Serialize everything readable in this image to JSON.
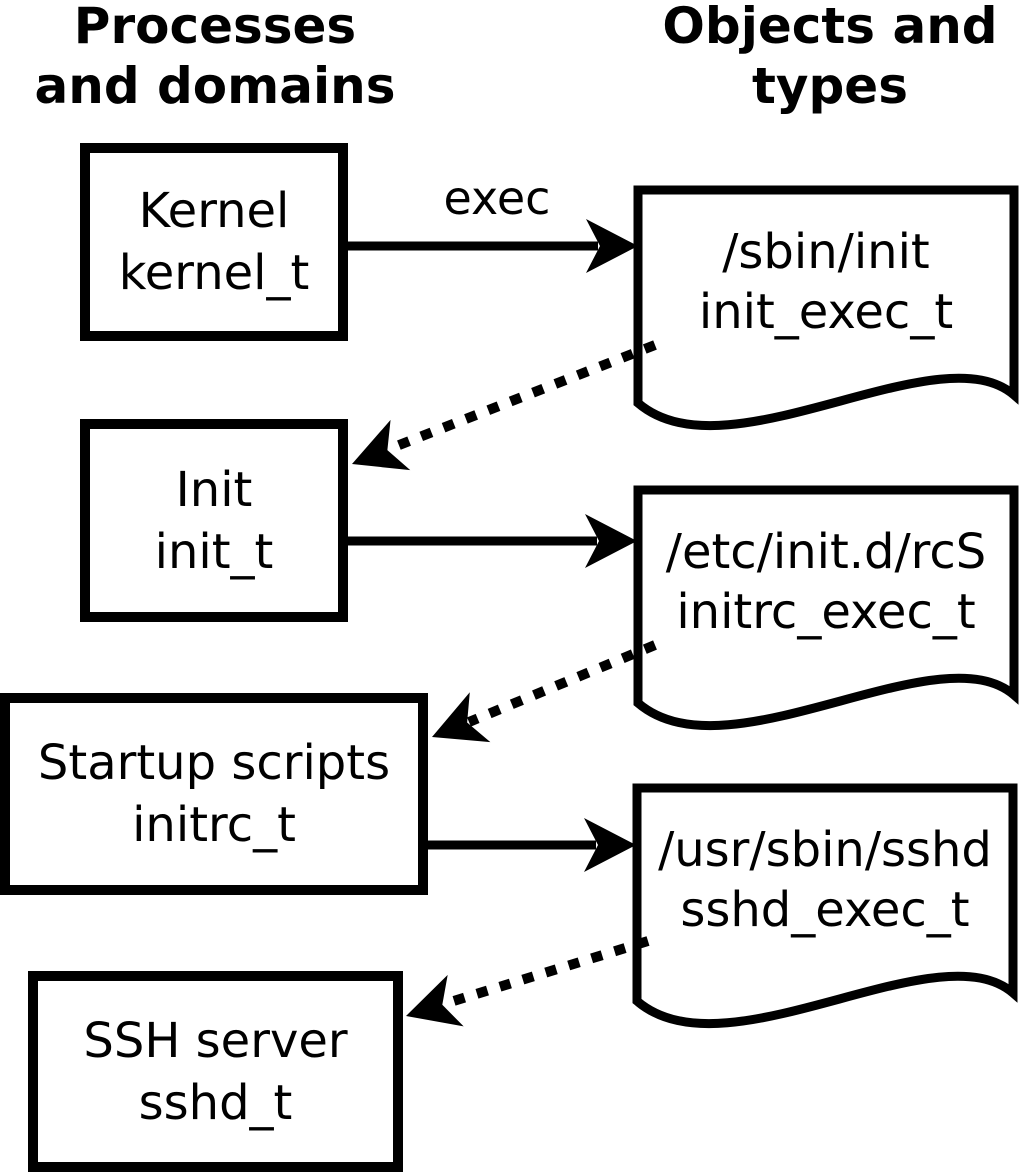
{
  "diagram": {
    "column_titles": {
      "left": {
        "line1": "Processes",
        "line2": "and domains"
      },
      "right": {
        "line1": "Objects and",
        "line2": "types"
      }
    },
    "processes": [
      {
        "name": "Kernel",
        "domain": "kernel_t"
      },
      {
        "name": "Init",
        "domain": "init_t"
      },
      {
        "name": "Startup scripts",
        "domain": "initrc_t"
      },
      {
        "name": "SSH server",
        "domain": "sshd_t"
      }
    ],
    "objects": [
      {
        "path": "/sbin/init",
        "type": "init_exec_t"
      },
      {
        "path": "/etc/init.d/rcS",
        "type": "initrc_exec_t"
      },
      {
        "path": "/usr/sbin/sshd",
        "type": "sshd_exec_t"
      }
    ],
    "edge_labels": {
      "exec": "exec"
    },
    "colors": {
      "ink": "#000000",
      "background": "#ffffff"
    }
  }
}
